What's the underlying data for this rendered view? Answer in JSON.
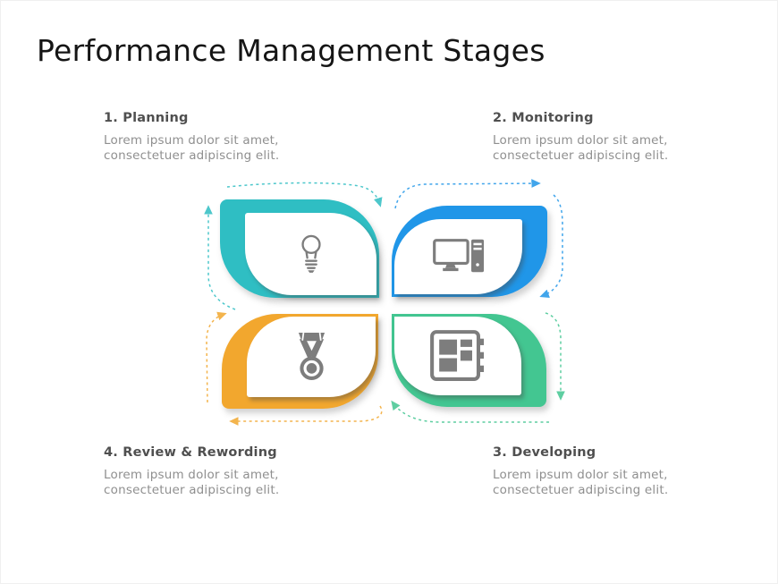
{
  "title": "Performance Management Stages",
  "stages": [
    {
      "label": "1. Planning",
      "desc_line1": "Lorem ipsum dolor sit amet,",
      "desc_line2": "consectetuer adipiscing elit.",
      "color": "#2FBEC3",
      "icon": "lightbulb-icon",
      "position": "top-left"
    },
    {
      "label": "2. Monitoring",
      "desc_line1": "Lorem ipsum dolor sit amet,",
      "desc_line2": "consectetuer adipiscing elit.",
      "color": "#2096E8",
      "icon": "desktop-computer-icon",
      "position": "top-right"
    },
    {
      "label": "3. Developing",
      "desc_line1": "Lorem ipsum dolor sit amet,",
      "desc_line2": "consectetuer adipiscing elit.",
      "color": "#43C691",
      "icon": "notebook-icon",
      "position": "bottom-right"
    },
    {
      "label": "4. Review & Rewording",
      "desc_line1": "Lorem ipsum dolor sit amet,",
      "desc_line2": "consectetuer adipiscing elit.",
      "color": "#F2A72E",
      "icon": "medal-icon",
      "position": "bottom-left"
    }
  ],
  "cycle": {
    "direction": "clockwise",
    "arrow_style": "dashed"
  },
  "icon_color": "#7d7d7d"
}
